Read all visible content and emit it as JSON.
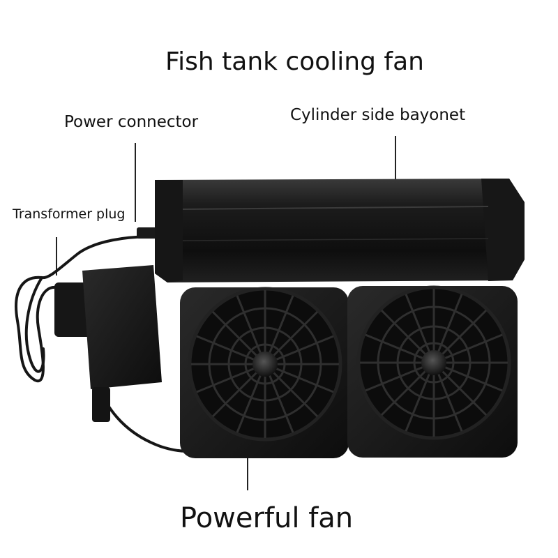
{
  "title": "Fish tank cooling fan",
  "callouts": {
    "power_connector": "Power connector",
    "cylinder_side_bayonet": "Cylinder side bayonet",
    "transformer_plug": "Transformer plug",
    "powerful_fan": "Powerful fan"
  },
  "colors": {
    "background": "#ffffff",
    "product_body": "#121212",
    "text": "#111111"
  }
}
